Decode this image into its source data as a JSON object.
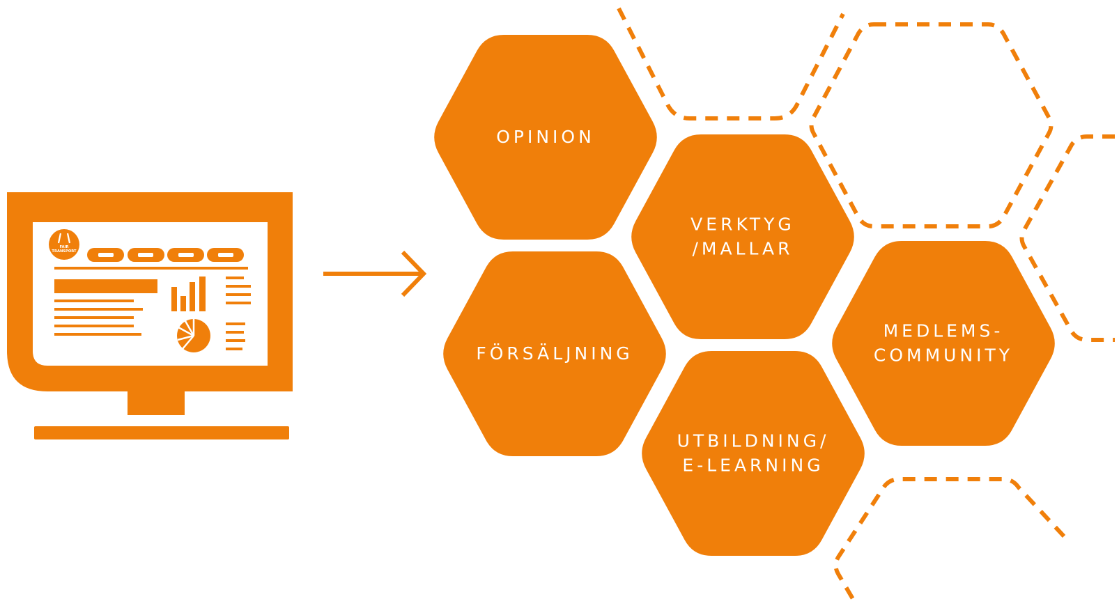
{
  "colors": {
    "primary": "#f07f0a",
    "background": "#ffffff",
    "text_on_primary": "#ffffff"
  },
  "monitor": {
    "logo_lines": [
      "FAIR",
      "TRANSPORT"
    ],
    "tab_count": 4,
    "icons": [
      "dashboard-icon",
      "bar-chart-icon",
      "pie-chart-icon"
    ]
  },
  "arrow": {
    "icon": "right-arrow-icon"
  },
  "hexagons": [
    {
      "id": "opinion",
      "lines": [
        "OPINION"
      ]
    },
    {
      "id": "verktyg",
      "lines": [
        "VERKTYG",
        "/MALLAR"
      ]
    },
    {
      "id": "forsaljning",
      "lines": [
        "FÖRSÄLJNING"
      ]
    },
    {
      "id": "utbildning",
      "lines": [
        "UTBILDNING/",
        "E-LEARNING"
      ]
    },
    {
      "id": "medlems",
      "lines": [
        "MEDLEMS-",
        "COMMUNITY"
      ]
    }
  ],
  "placeholder_hexagons": 4
}
